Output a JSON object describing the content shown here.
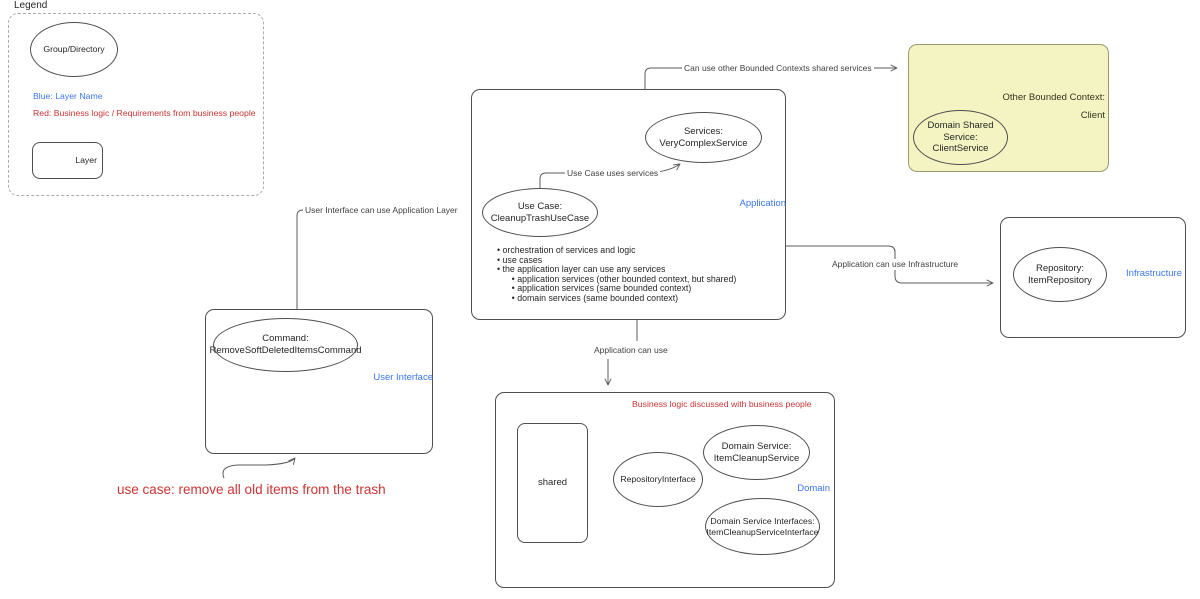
{
  "colors": {
    "layer_name_blue": "#3b76ef",
    "business_red": "#cc3333",
    "other_bounded_context_fill": "#f4f4c3",
    "shape_stroke": "#4f4f4f"
  },
  "legend": {
    "title": "Legend",
    "group_label": "Group/Directory",
    "blue_note": "Blue: Layer Name",
    "red_note": "Red: Business logic / Requirements from business people",
    "layer_label": "Layer"
  },
  "user_interface": {
    "layer_name": "User Interface",
    "command": "Command:\nRemoveSoftDeletedItemsCommand"
  },
  "application": {
    "layer_name": "Application",
    "use_case": "Use Case:\nCleanupTrashUseCase",
    "services": "Services:\nVeryComplexService",
    "notes": "• orchestration of services and logic\n• use cases\n• the application layer can use any services\n      • application services (other bounded context, but shared)\n      • application services (same bounded context)\n      • domain services (same bounded context)"
  },
  "other_bounded_context": {
    "title": "Other Bounded Context:",
    "name": "Client",
    "shared_service": "Domain Shared\nService:\nClientService"
  },
  "infrastructure": {
    "layer_name": "Infrastructure",
    "repository": "Repository:\nItemRepository"
  },
  "domain": {
    "layer_name": "Domain",
    "business_note": "Business logic discussed with business people",
    "shared": "shared",
    "repository_interface": "RepositoryInterface",
    "domain_service": "Domain Service:\nItemCleanupService",
    "domain_service_interfaces": "Domain Service Interfaces:\nItemCleanupServiceInterface"
  },
  "edges": {
    "ui_to_application": "User Interface can use Application Layer",
    "application_to_other_bc": "Can use other Bounded Contexts shared services",
    "use_case_to_services": "Use Case uses services",
    "application_to_infrastructure": "Application can use Infrastructure",
    "application_to_domain": "Application can use"
  },
  "annotations": {
    "use_case_note": "use case: remove all old items from the trash"
  }
}
